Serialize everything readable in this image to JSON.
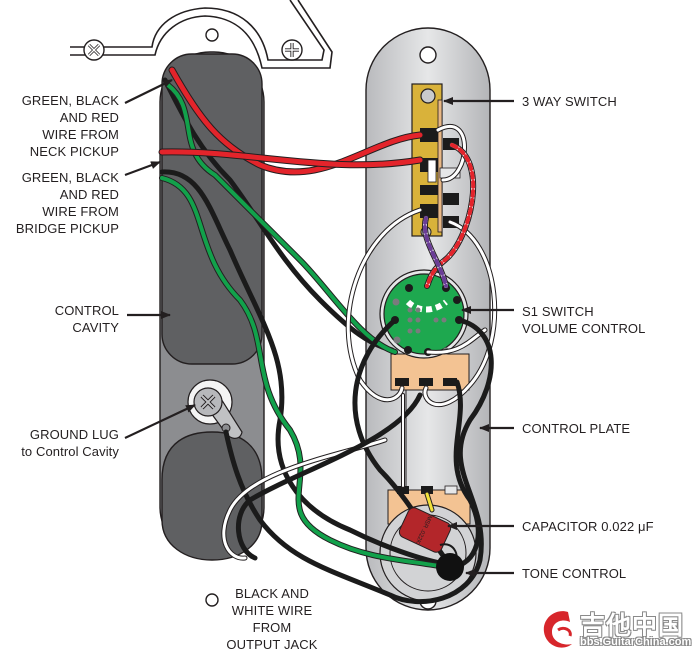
{
  "diagram": {
    "title": "Telecaster control cavity wiring with S1 switch",
    "colors": {
      "cavity": "#5f6062",
      "plate": "#c9cacc",
      "wire_red": "#e3242b",
      "wire_green": "#12a14b",
      "wire_black": "#1b1b1b",
      "wire_white": "#ffffff",
      "wire_purple": "#6a3d96",
      "switch_body": "#d9b23a",
      "pcb_green": "#1ea84f",
      "lug_copper": "#f3c393",
      "capacitor": "#b3262a"
    },
    "labels": {
      "neck_pickup": [
        "GREEN, BLACK",
        "AND RED",
        "WIRE FROM",
        "NECK PICKUP"
      ],
      "bridge_pickup": [
        "GREEN, BLACK",
        "AND RED",
        "WIRE FROM",
        "BRIDGE PICKUP"
      ],
      "control_cavity": [
        "CONTROL",
        "CAVITY"
      ],
      "ground_lug": [
        "GROUND LUG",
        "to Control Cavity"
      ],
      "three_way_switch": "3 WAY SWITCH",
      "s1_switch": [
        "S1 SWITCH",
        "VOLUME CONTROL"
      ],
      "control_plate": "CONTROL PLATE",
      "capacitor": "CAPACITOR 0.022 μF",
      "tone_control": "TONE CONTROL",
      "output_jack": [
        "BLACK AND",
        "WHITE WIRE",
        "FROM",
        "OUTPUT JACK"
      ]
    },
    "capacitor_marking": [
      "MSR .022K",
      "250H",
      "K"
    ]
  },
  "watermark": {
    "chinese_text": "吉他中国",
    "url": "bbs.GuitarChina.com"
  }
}
